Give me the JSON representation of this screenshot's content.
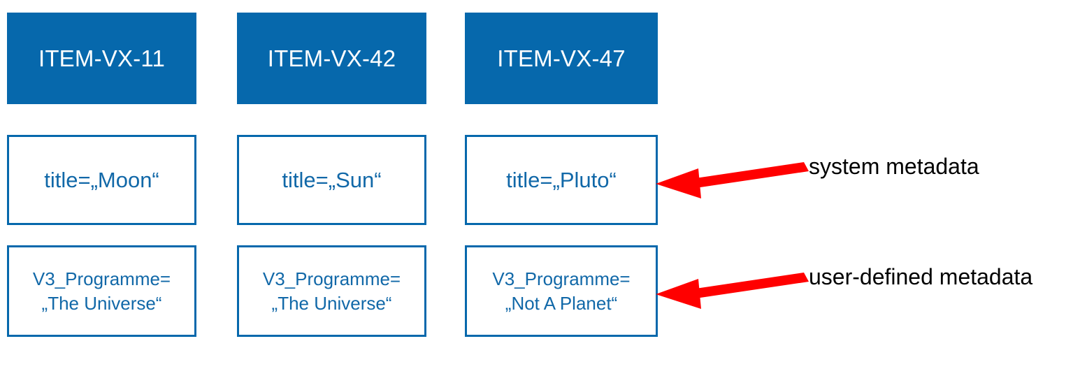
{
  "diagram": {
    "title_hidden": "",
    "colors": {
      "box_blue": "#0668AC",
      "text_blue": "#1168A8",
      "arrow_red": "#FF0000",
      "label_black": "#000000",
      "background": "#FFFFFF"
    },
    "columns": [
      {
        "header": "ITEM-VX-11",
        "system_metadata": "title=„Moon“",
        "user_metadata": "V3_Programme=\n„The Universe“"
      },
      {
        "header": "ITEM-VX-42",
        "system_metadata": "title=„Sun“",
        "user_metadata": "V3_Programme=\n„The Universe“"
      },
      {
        "header": "ITEM-VX-47",
        "system_metadata": "title=„Pluto“",
        "user_metadata": "V3_Programme=\n„Not A Planet“"
      }
    ],
    "annotations": [
      {
        "label": "system metadata",
        "icon": "arrow-left-icon",
        "points_to": "system-metadata-box-column-3"
      },
      {
        "label": "user-defined metadata",
        "icon": "arrow-left-icon",
        "points_to": "user-metadata-box-column-3"
      }
    ]
  }
}
